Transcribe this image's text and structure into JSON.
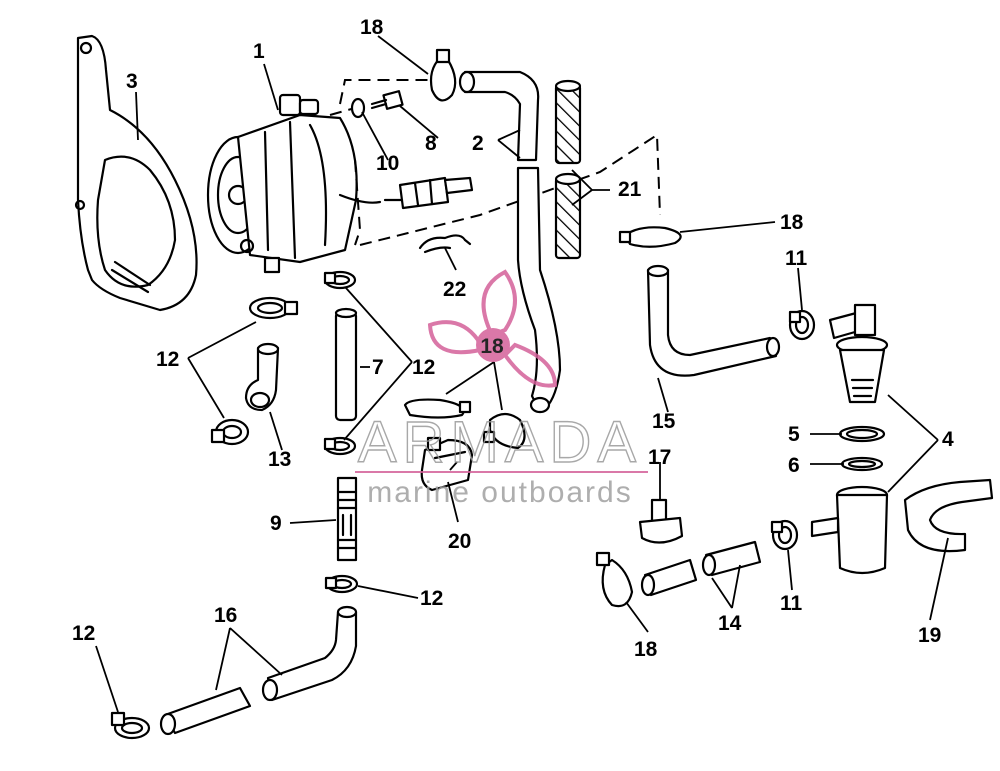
{
  "diagram": {
    "callouts": [
      {
        "id": "c1",
        "text": "1"
      },
      {
        "id": "c2",
        "text": "2"
      },
      {
        "id": "c3",
        "text": "3"
      },
      {
        "id": "c4",
        "text": "4"
      },
      {
        "id": "c5",
        "text": "5"
      },
      {
        "id": "c6",
        "text": "6"
      },
      {
        "id": "c7",
        "text": "7"
      },
      {
        "id": "c8",
        "text": "8"
      },
      {
        "id": "c9",
        "text": "9"
      },
      {
        "id": "c10",
        "text": "10"
      },
      {
        "id": "c11a",
        "text": "11"
      },
      {
        "id": "c11b",
        "text": "11"
      },
      {
        "id": "c12a",
        "text": "12"
      },
      {
        "id": "c12b",
        "text": "12"
      },
      {
        "id": "c12c",
        "text": "12"
      },
      {
        "id": "c12d",
        "text": "12"
      },
      {
        "id": "c13",
        "text": "13"
      },
      {
        "id": "c14",
        "text": "14"
      },
      {
        "id": "c15",
        "text": "15"
      },
      {
        "id": "c16",
        "text": "16"
      },
      {
        "id": "c17",
        "text": "17"
      },
      {
        "id": "c18a",
        "text": "18"
      },
      {
        "id": "c18b",
        "text": "18"
      },
      {
        "id": "c18c",
        "text": "18"
      },
      {
        "id": "c18d",
        "text": "18"
      },
      {
        "id": "c19",
        "text": "19"
      },
      {
        "id": "c20",
        "text": "20"
      },
      {
        "id": "c21",
        "text": "21"
      },
      {
        "id": "c22",
        "text": "22"
      }
    ]
  },
  "watermark": {
    "brand": "ARMADA",
    "tagline": "marine outboards",
    "color_logo": "#d4619a",
    "color_text": "#9a9a9a"
  }
}
